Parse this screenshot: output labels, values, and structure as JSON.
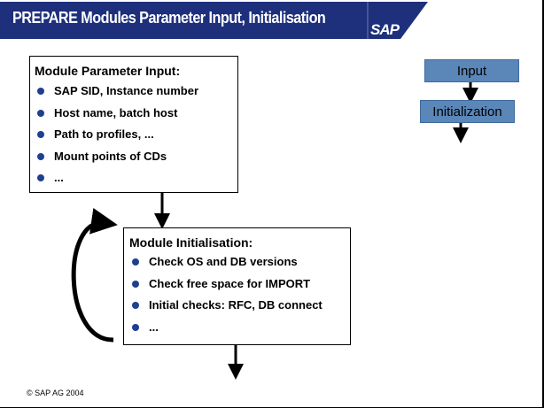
{
  "header": {
    "title": "PREPARE Modules Parameter Input, Initialisation",
    "logo": "SAP"
  },
  "box_input": {
    "heading": "Module Parameter Input:",
    "items": [
      "SAP SID, Instance number",
      "Host name, batch host",
      "Path to profiles, ...",
      "Mount points of CDs",
      "..."
    ]
  },
  "box_init": {
    "heading": "Module Initialisation:",
    "items": [
      "Check OS and DB versions",
      "Check free space for IMPORT",
      "Initial checks: RFC, DB connect",
      "..."
    ]
  },
  "flow": {
    "step1": "Input",
    "step2": "Initialization"
  },
  "footer": {
    "copyright": "© SAP AG 2004"
  },
  "colors": {
    "header": "#1e2f7c",
    "step": "#5a86b8"
  }
}
